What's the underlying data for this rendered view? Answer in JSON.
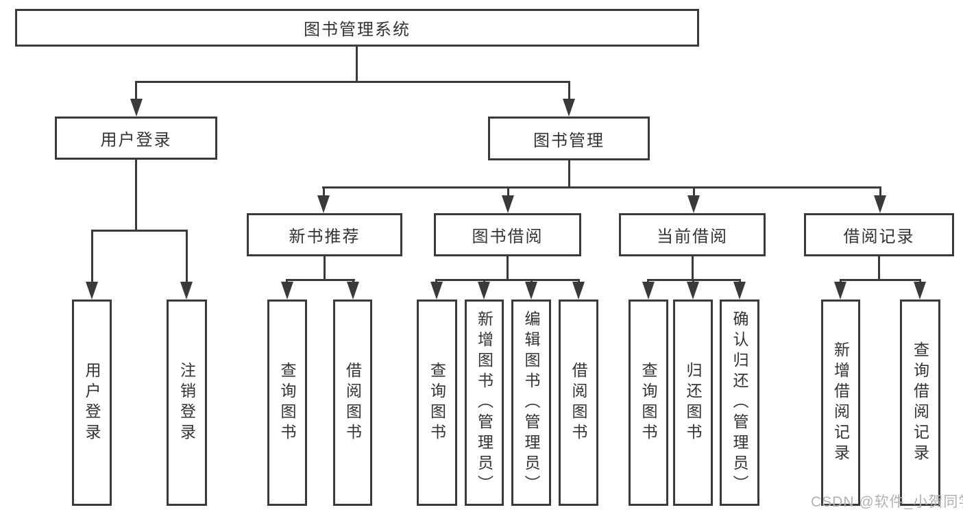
{
  "diagram": {
    "watermark": "CSDN @软件_小贺同学",
    "colors": {
      "line": "#3a3a3a",
      "text": "#333333",
      "watermark": "#b1b1b1",
      "background": "#ffffff"
    },
    "tree": {
      "label": "图书管理系统",
      "children": [
        {
          "label": "用户登录",
          "children": [
            {
              "label": "用户登录"
            },
            {
              "label": "注销登录"
            }
          ]
        },
        {
          "label": "图书管理",
          "children": [
            {
              "label": "新书推荐",
              "children": [
                {
                  "label": "查询图书"
                },
                {
                  "label": "借阅图书"
                }
              ]
            },
            {
              "label": "图书借阅",
              "children": [
                {
                  "label": "查询图书"
                },
                {
                  "label": "新增图书（管理员）"
                },
                {
                  "label": "编辑图书（管理员）"
                },
                {
                  "label": "借阅图书"
                }
              ]
            },
            {
              "label": "当前借阅",
              "children": [
                {
                  "label": "查询图书"
                },
                {
                  "label": "归还图书"
                },
                {
                  "label": "确认归还（管理员）"
                }
              ]
            },
            {
              "label": "借阅记录",
              "children": [
                {
                  "label": "新增借阅记录"
                },
                {
                  "label": "查询借阅记录"
                }
              ]
            }
          ]
        }
      ]
    }
  }
}
